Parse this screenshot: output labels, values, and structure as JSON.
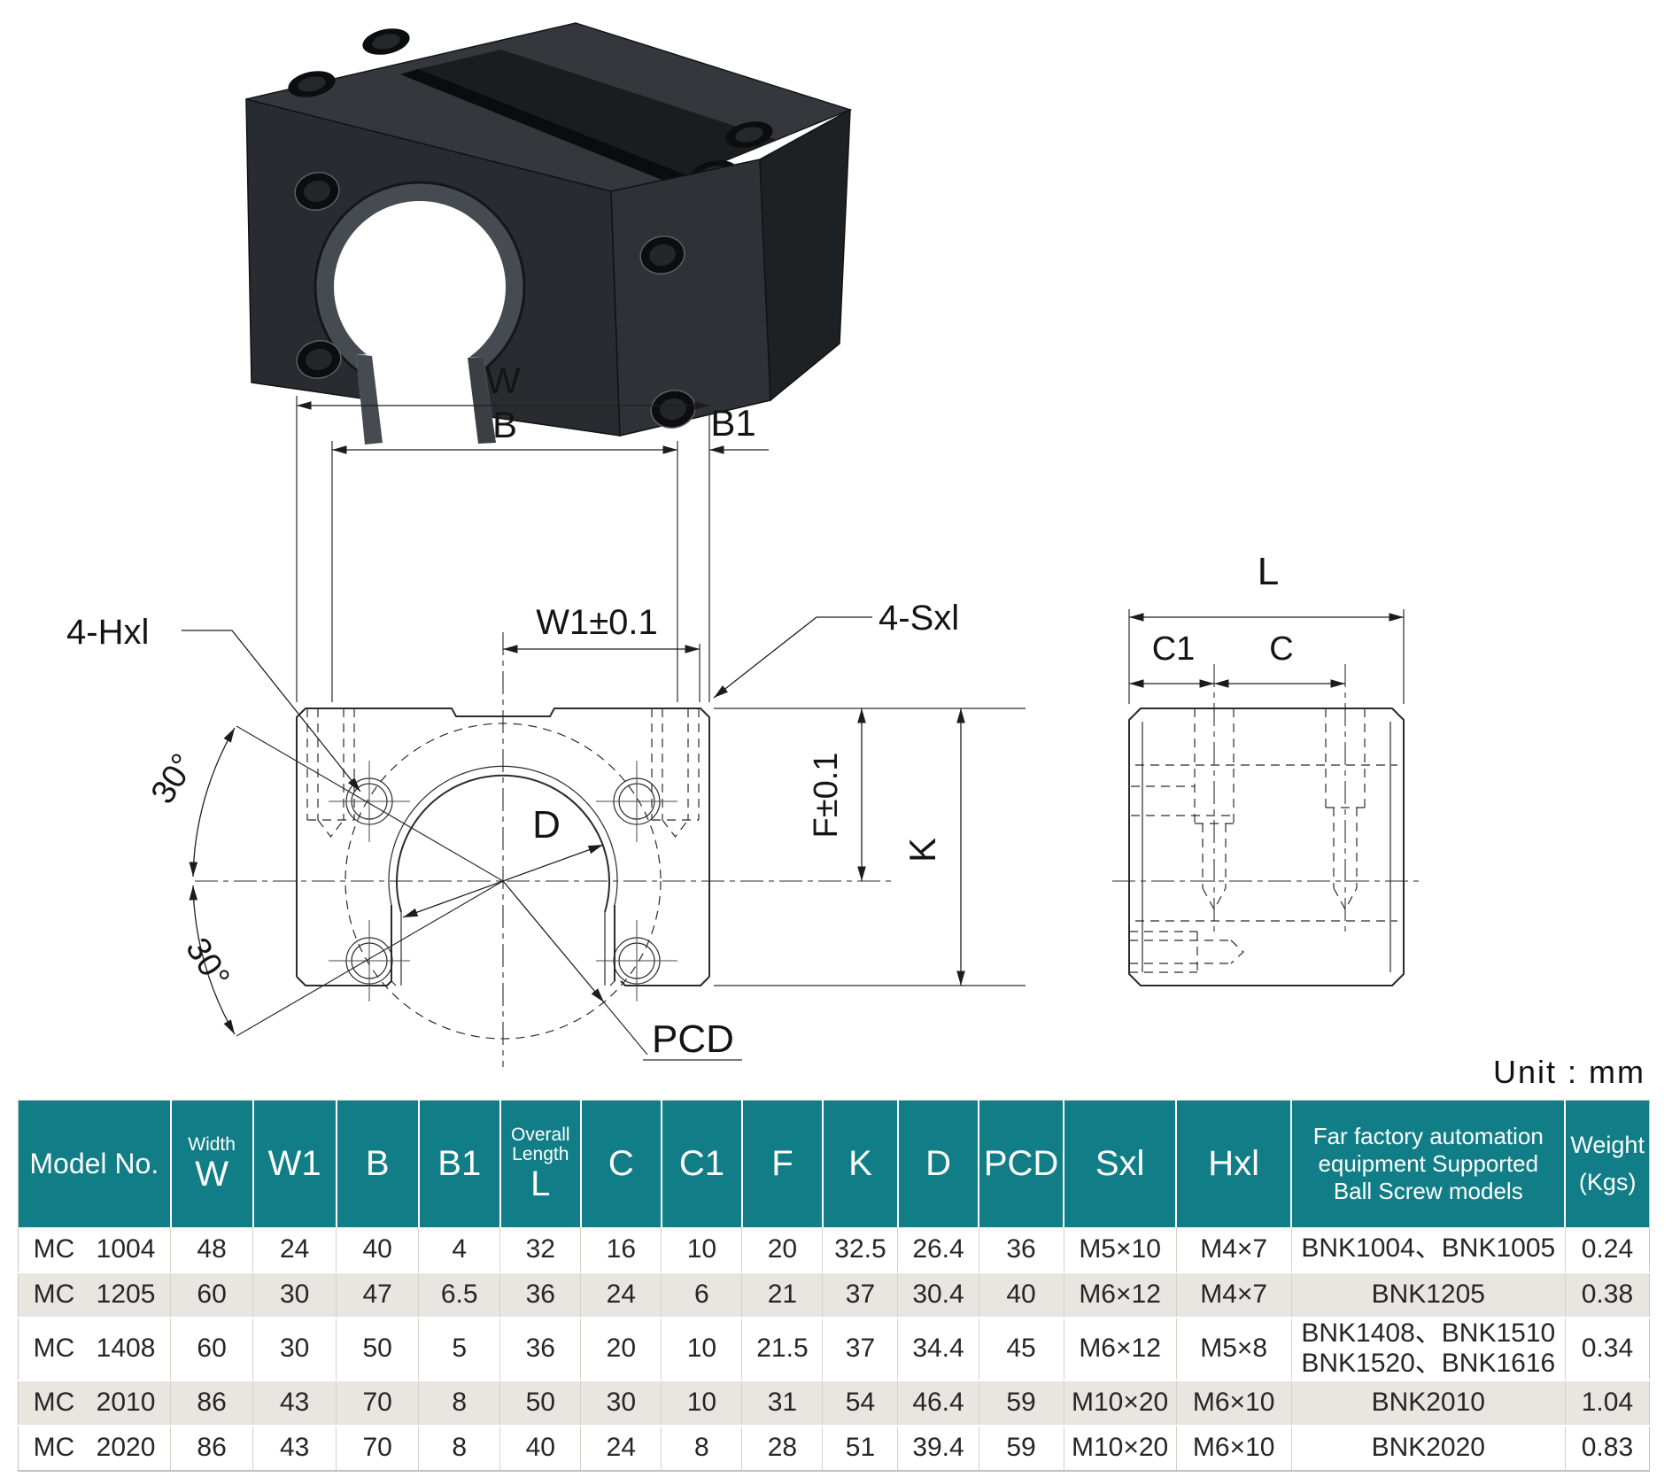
{
  "unit_note": "Unit : mm",
  "front_view": {
    "w": "W",
    "b": "B",
    "b1": "B1",
    "w1": "W1±0.1",
    "hxl_leader": "4-Hxl",
    "sxl_leader": "4-Sxl",
    "angle_upper": "30°",
    "angle_lower": "30°",
    "d": "D",
    "pcd": "PCD",
    "f": "F±0.1",
    "k": "K"
  },
  "side_view": {
    "l": "L",
    "c1": "C1",
    "c": "C"
  },
  "table": {
    "headers": {
      "model": "Model No.",
      "width_label": "Width",
      "w": "W",
      "w1": "W1",
      "b": "B",
      "b1": "B1",
      "overall1": "Overall",
      "overall2": "Length",
      "l": "L",
      "c": "C",
      "c1": "C1",
      "f": "F",
      "k": "K",
      "d": "D",
      "pcd": "PCD",
      "sxl": "Sxl",
      "hxl": "Hxl",
      "support1": "Far factory automation",
      "support2": "equipment Supported",
      "support3": "Ball Screw models",
      "weight1": "Weight",
      "weight2": "(Kgs)"
    },
    "rows": [
      {
        "model": "MC 1004",
        "w": "48",
        "w1": "24",
        "b": "40",
        "b1": "4",
        "l": "32",
        "c": "16",
        "c1": "10",
        "f": "20",
        "k": "32.5",
        "d": "26.4",
        "pcd": "36",
        "sxl": "M5×10",
        "hxl": "M4×7",
        "support": "BNK1004、BNK1005",
        "weight": "0.24"
      },
      {
        "model": "MC 1205",
        "w": "60",
        "w1": "30",
        "b": "47",
        "b1": "6.5",
        "l": "36",
        "c": "24",
        "c1": "6",
        "f": "21",
        "k": "37",
        "d": "30.4",
        "pcd": "40",
        "sxl": "M6×12",
        "hxl": "M4×7",
        "support": "BNK1205",
        "weight": "0.38"
      },
      {
        "model": "MC 1408",
        "w": "60",
        "w1": "30",
        "b": "50",
        "b1": "5",
        "l": "36",
        "c": "20",
        "c1": "10",
        "f": "21.5",
        "k": "37",
        "d": "34.4",
        "pcd": "45",
        "sxl": "M6×12",
        "hxl": "M5×8",
        "support": "BNK1408、BNK1510\nBNK1520、BNK1616",
        "weight": "0.34"
      },
      {
        "model": "MC 2010",
        "w": "86",
        "w1": "43",
        "b": "70",
        "b1": "8",
        "l": "50",
        "c": "30",
        "c1": "10",
        "f": "31",
        "k": "54",
        "d": "46.4",
        "pcd": "59",
        "sxl": "M10×20",
        "hxl": "M6×10",
        "support": "BNK2010",
        "weight": "1.04"
      },
      {
        "model": "MC 2020",
        "w": "86",
        "w1": "43",
        "b": "70",
        "b1": "8",
        "l": "40",
        "c": "24",
        "c1": "8",
        "f": "28",
        "k": "51",
        "d": "39.4",
        "pcd": "59",
        "sxl": "M10×20",
        "hxl": "M6×10",
        "support": "BNK2020",
        "weight": "0.83"
      }
    ]
  }
}
